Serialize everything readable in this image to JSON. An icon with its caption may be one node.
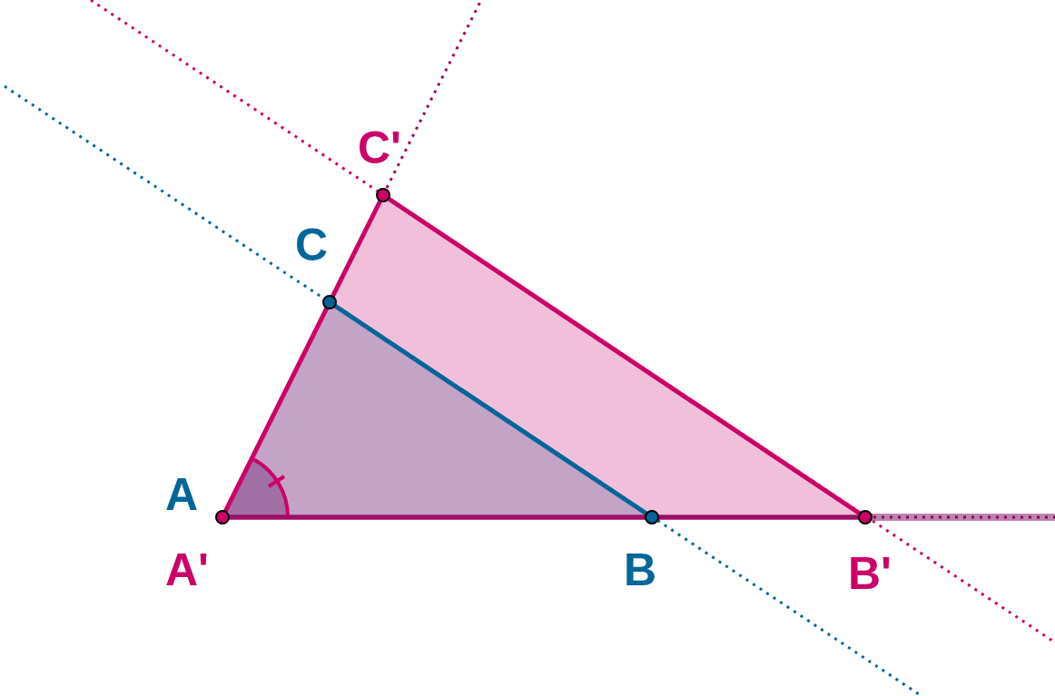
{
  "diagram": {
    "labels": [
      "C'",
      "C",
      "A",
      "A'",
      "B",
      "B'"
    ]
  }
}
